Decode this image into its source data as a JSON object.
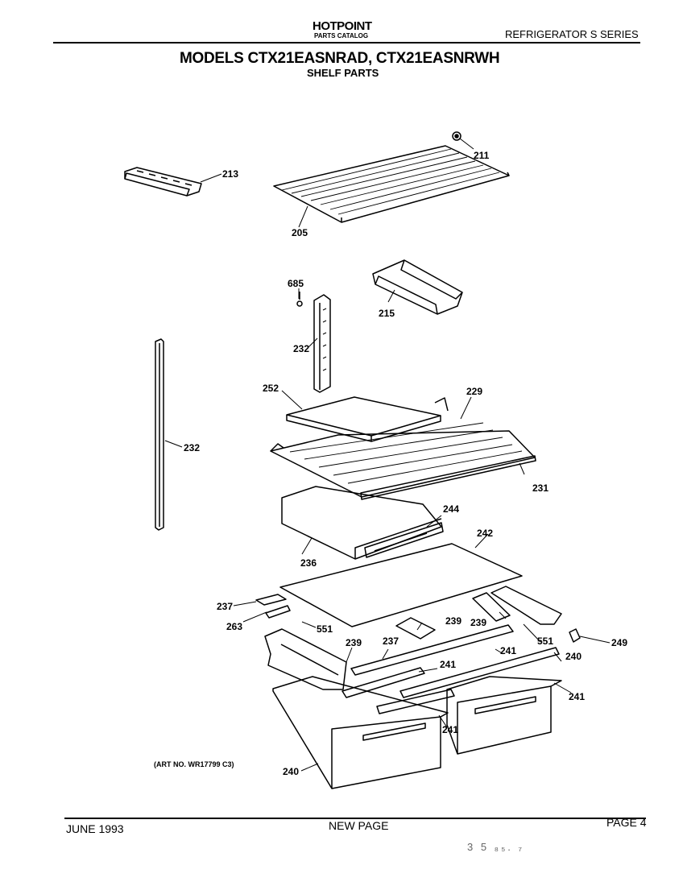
{
  "header": {
    "brand": "HOTPOINT",
    "catalog": "PARTS CATALOG",
    "series": "REFRIGERATOR S SERIES",
    "models": "MODELS CTX21EASNRAD, CTX21EASNRWH",
    "section": "SHELF PARTS"
  },
  "diagram": {
    "callouts": [
      "211",
      "213",
      "205",
      "685",
      "215",
      "232",
      "232",
      "252",
      "229",
      "231",
      "244",
      "242",
      "236",
      "237",
      "263",
      "551",
      "239",
      "239",
      "239",
      "237",
      "551",
      "249",
      "241",
      "241",
      "240",
      "241",
      "241",
      "240"
    ],
    "art_number": "(ART NO. WR17799 C3)"
  },
  "footer": {
    "date": "JUNE 1993",
    "note": "NEW PAGE",
    "page": "PAGE 4",
    "handwriting": "3 5 ₈₅. ₇"
  }
}
